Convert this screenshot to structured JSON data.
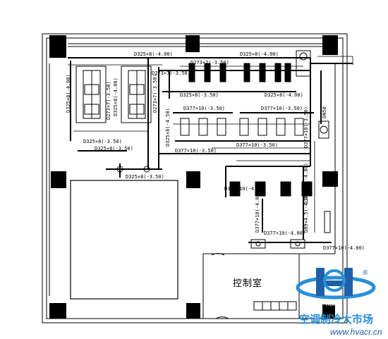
{
  "labels": {
    "l1": "D325×8(-4.00)",
    "l2": "D325×8(-4.00)",
    "l3": "D273×7(-3.50)",
    "l4": "D273×7(-3.50)",
    "l5": "D325×8(-3.50)",
    "l6": "D325×8(-4.00)",
    "l7": "D377×10(-3.50)",
    "l8": "D377×10(-3.50)",
    "l9": "D377×10(-3.50)",
    "l10": "D377×10(-3.50)",
    "l11": "D325×8(-3.50)",
    "l12": "D325×8(-3.50)",
    "l13": "D325×8(-3.50)",
    "l14": "D377×10(-4.00)",
    "l15": "D377×10(-4.00)",
    "l16": "D377×10(-4.00)",
    "v1": "D325×8(-4.00)",
    "v2": "D273×7(-3.50)",
    "v3": "D325×8(-4.00)",
    "v4": "D273×7(-3.50)",
    "v5": "D325×8(-4.50)",
    "v6": "D377×10(-3.50)",
    "v7": "D377×10(-4.00)",
    "v8": "D377×10(-4.00)",
    "v9": "D89×4.5(-4.00)",
    "v10": "DN50",
    "room": "控制室",
    "wm_cn": "空调制冷大市场",
    "wm_url": "www.hvacr.cn",
    "wm_logo_text": "HVACR",
    "wm_r": "®"
  },
  "colors": {
    "line": "#000000",
    "watermark_blue": "#2a8fd6",
    "watermark_dark": "#1e5fa8"
  }
}
